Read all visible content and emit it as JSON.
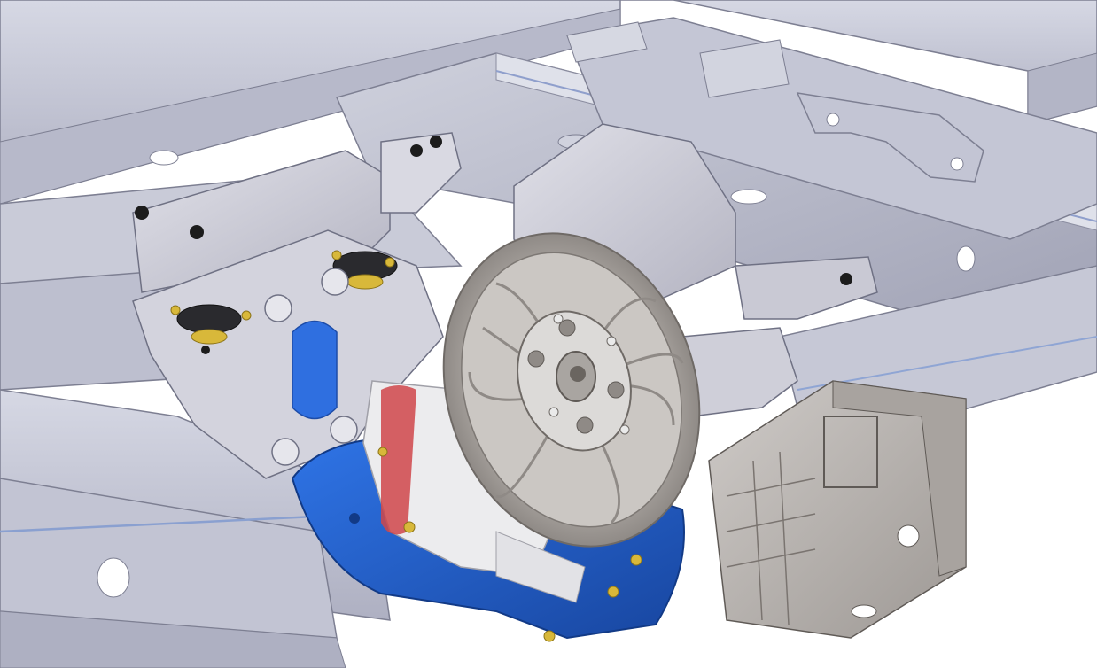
{
  "scene": {
    "description_visible_text": "",
    "colors": {
      "background": "#ffffff",
      "frame_steel": "#c9cbd8",
      "frame_shadow": "#a9abbc",
      "frame_dark": "#8b8da0",
      "bracket_steel": "#d4d4dc",
      "motor_blue": "#1f5fd0",
      "motor_blue_dark": "#1846a0",
      "fan_grey": "#b8b4b0",
      "fan_dark": "#8f8a86",
      "copper_red": "#c8504a",
      "bolt_black": "#1c1c1c",
      "brass": "#d8b83a",
      "controller_box": "#b9b5b3"
    },
    "parts": [
      "chassis-frame",
      "motor-mount-bracket",
      "electric-motor",
      "cooling-fan",
      "controller-box",
      "mount-isolators",
      "bolts"
    ]
  }
}
